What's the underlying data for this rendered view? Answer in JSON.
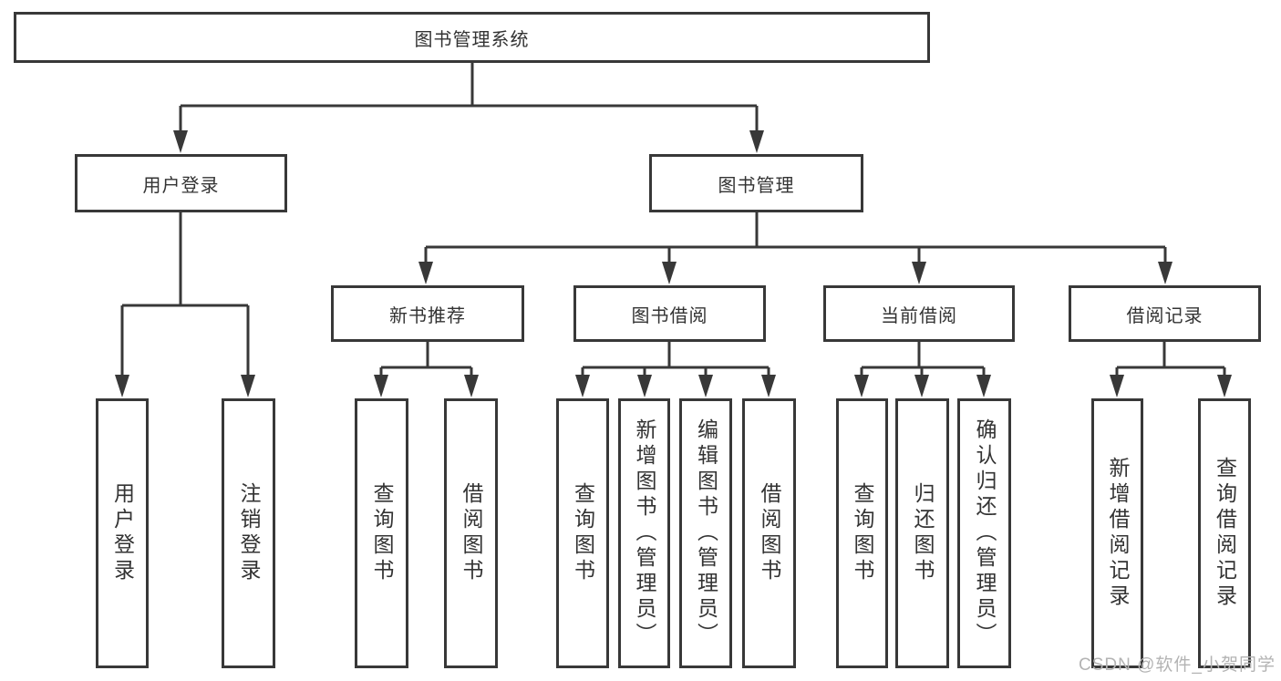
{
  "colors": {
    "line": "#383838",
    "box_border": "#383838",
    "text": "#333333",
    "background": "#ffffff",
    "watermark": "#b3b3b3"
  },
  "tree": {
    "root": {
      "label": "图书管理系统"
    },
    "level2": [
      {
        "label": "用户登录"
      },
      {
        "label": "图书管理"
      }
    ],
    "level3": [
      {
        "label": "新书推荐"
      },
      {
        "label": "图书借阅"
      },
      {
        "label": "当前借阅"
      },
      {
        "label": "借阅记录"
      }
    ],
    "leaves": {
      "user_login": [
        {
          "label": "用户登录"
        },
        {
          "label": "注销登录"
        }
      ],
      "new_book_recommend": [
        {
          "label": "查询图书"
        },
        {
          "label": "借阅图书"
        }
      ],
      "book_borrow": [
        {
          "label": "查询图书"
        },
        {
          "label": "新增图书（管理员）"
        },
        {
          "label": "编辑图书（管理员）"
        },
        {
          "label": "借阅图书"
        }
      ],
      "current_borrow": [
        {
          "label": "查询图书"
        },
        {
          "label": "归还图书"
        },
        {
          "label": "确认归还（管理员）"
        }
      ],
      "borrow_records": [
        {
          "label": "新增借阅记录"
        },
        {
          "label": "查询借阅记录"
        }
      ]
    }
  },
  "watermark": {
    "text": "CSDN @软件_小贺同学"
  }
}
